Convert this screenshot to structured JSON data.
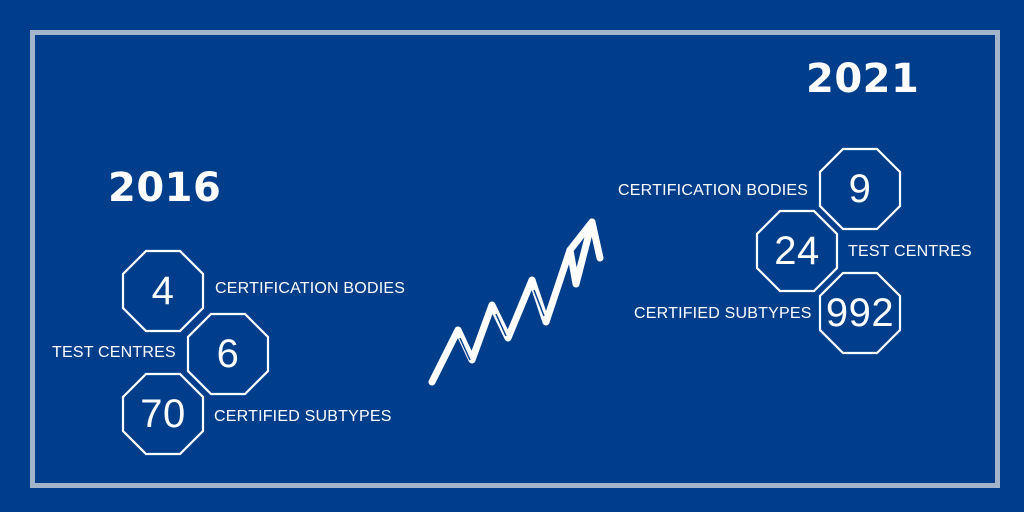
{
  "left": {
    "year": "2016",
    "stats": [
      {
        "value": "4",
        "label": "CERTIFICATION BODIES"
      },
      {
        "value": "6",
        "label": "TEST CENTRES"
      },
      {
        "value": "70",
        "label": "CERTIFIED SUBTYPES"
      }
    ]
  },
  "right": {
    "year": "2021",
    "stats": [
      {
        "value": "9",
        "label": "CERTIFICATION BODIES"
      },
      {
        "value": "24",
        "label": "TEST CENTRES"
      },
      {
        "value": "992",
        "label": "CERTIFIED SUBTYPES"
      }
    ]
  },
  "colors": {
    "background": "#003e8c",
    "frame": "#a3b4cb",
    "text": "#ffffff"
  },
  "icons": [
    "growth-arrow-icon",
    "octagon-badge"
  ]
}
